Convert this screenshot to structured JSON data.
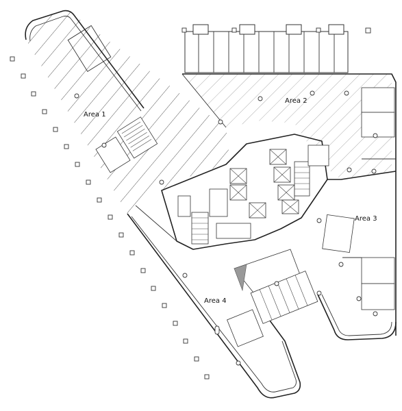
{
  "areas": [
    {
      "id": "area-1",
      "label": "Area 1"
    },
    {
      "id": "area-2",
      "label": "Area 2"
    },
    {
      "id": "area-3",
      "label": "Area 3"
    },
    {
      "id": "area-4",
      "label": "Area 4"
    }
  ],
  "style": {
    "line_color": "#333333",
    "hatch_color": "#444444",
    "background": "#ffffff"
  }
}
